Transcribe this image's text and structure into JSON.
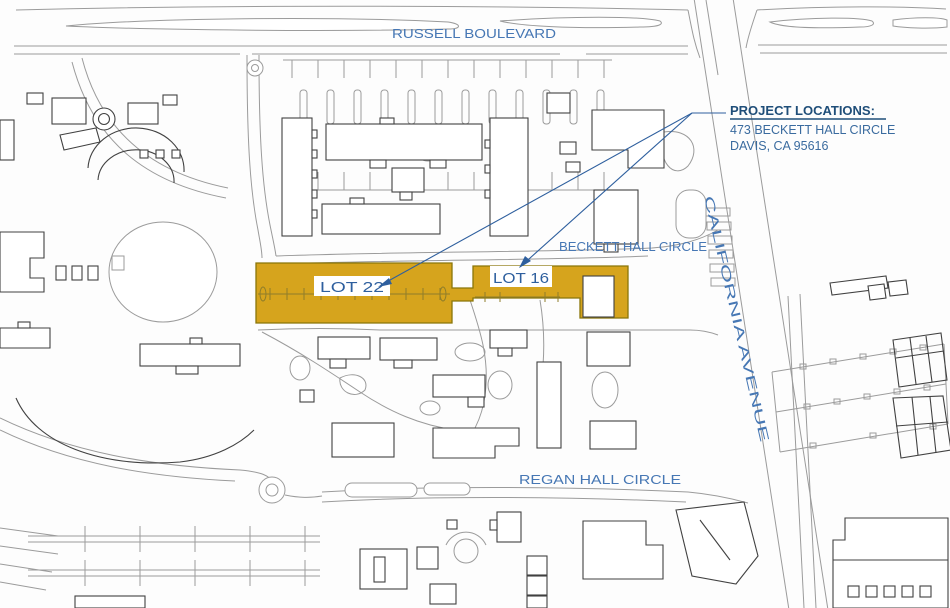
{
  "page_title": "Project Locations Site Map",
  "streets": {
    "russell_boulevard": "RUSSELL BOULEVARD",
    "california_avenue": "CALIFORNIA AVENUE",
    "beckett_hall_circle": "BECKETT HALL CIRCLE",
    "regan_hall_circle": "REGAN HALL CIRCLE"
  },
  "lots": [
    {
      "id": "lot-22",
      "label": "LOT 22"
    },
    {
      "id": "lot-16",
      "label": "LOT 16"
    }
  ],
  "callout": {
    "title": "PROJECT LOCATIONS:",
    "address_line1": "473 BECKETT HALL CIRCLE",
    "address_line2": "DAVIS, CA 95616"
  },
  "colors": {
    "highlight_gold": "#D6A41D",
    "highlight_border": "#8a7609",
    "street_label_blue": "#4677B4",
    "callout_navy": "#1F4E79",
    "leader_blue": "#2E5F9E",
    "road_line_gray": "#9B9B9B",
    "building_line_dark": "#414141"
  }
}
